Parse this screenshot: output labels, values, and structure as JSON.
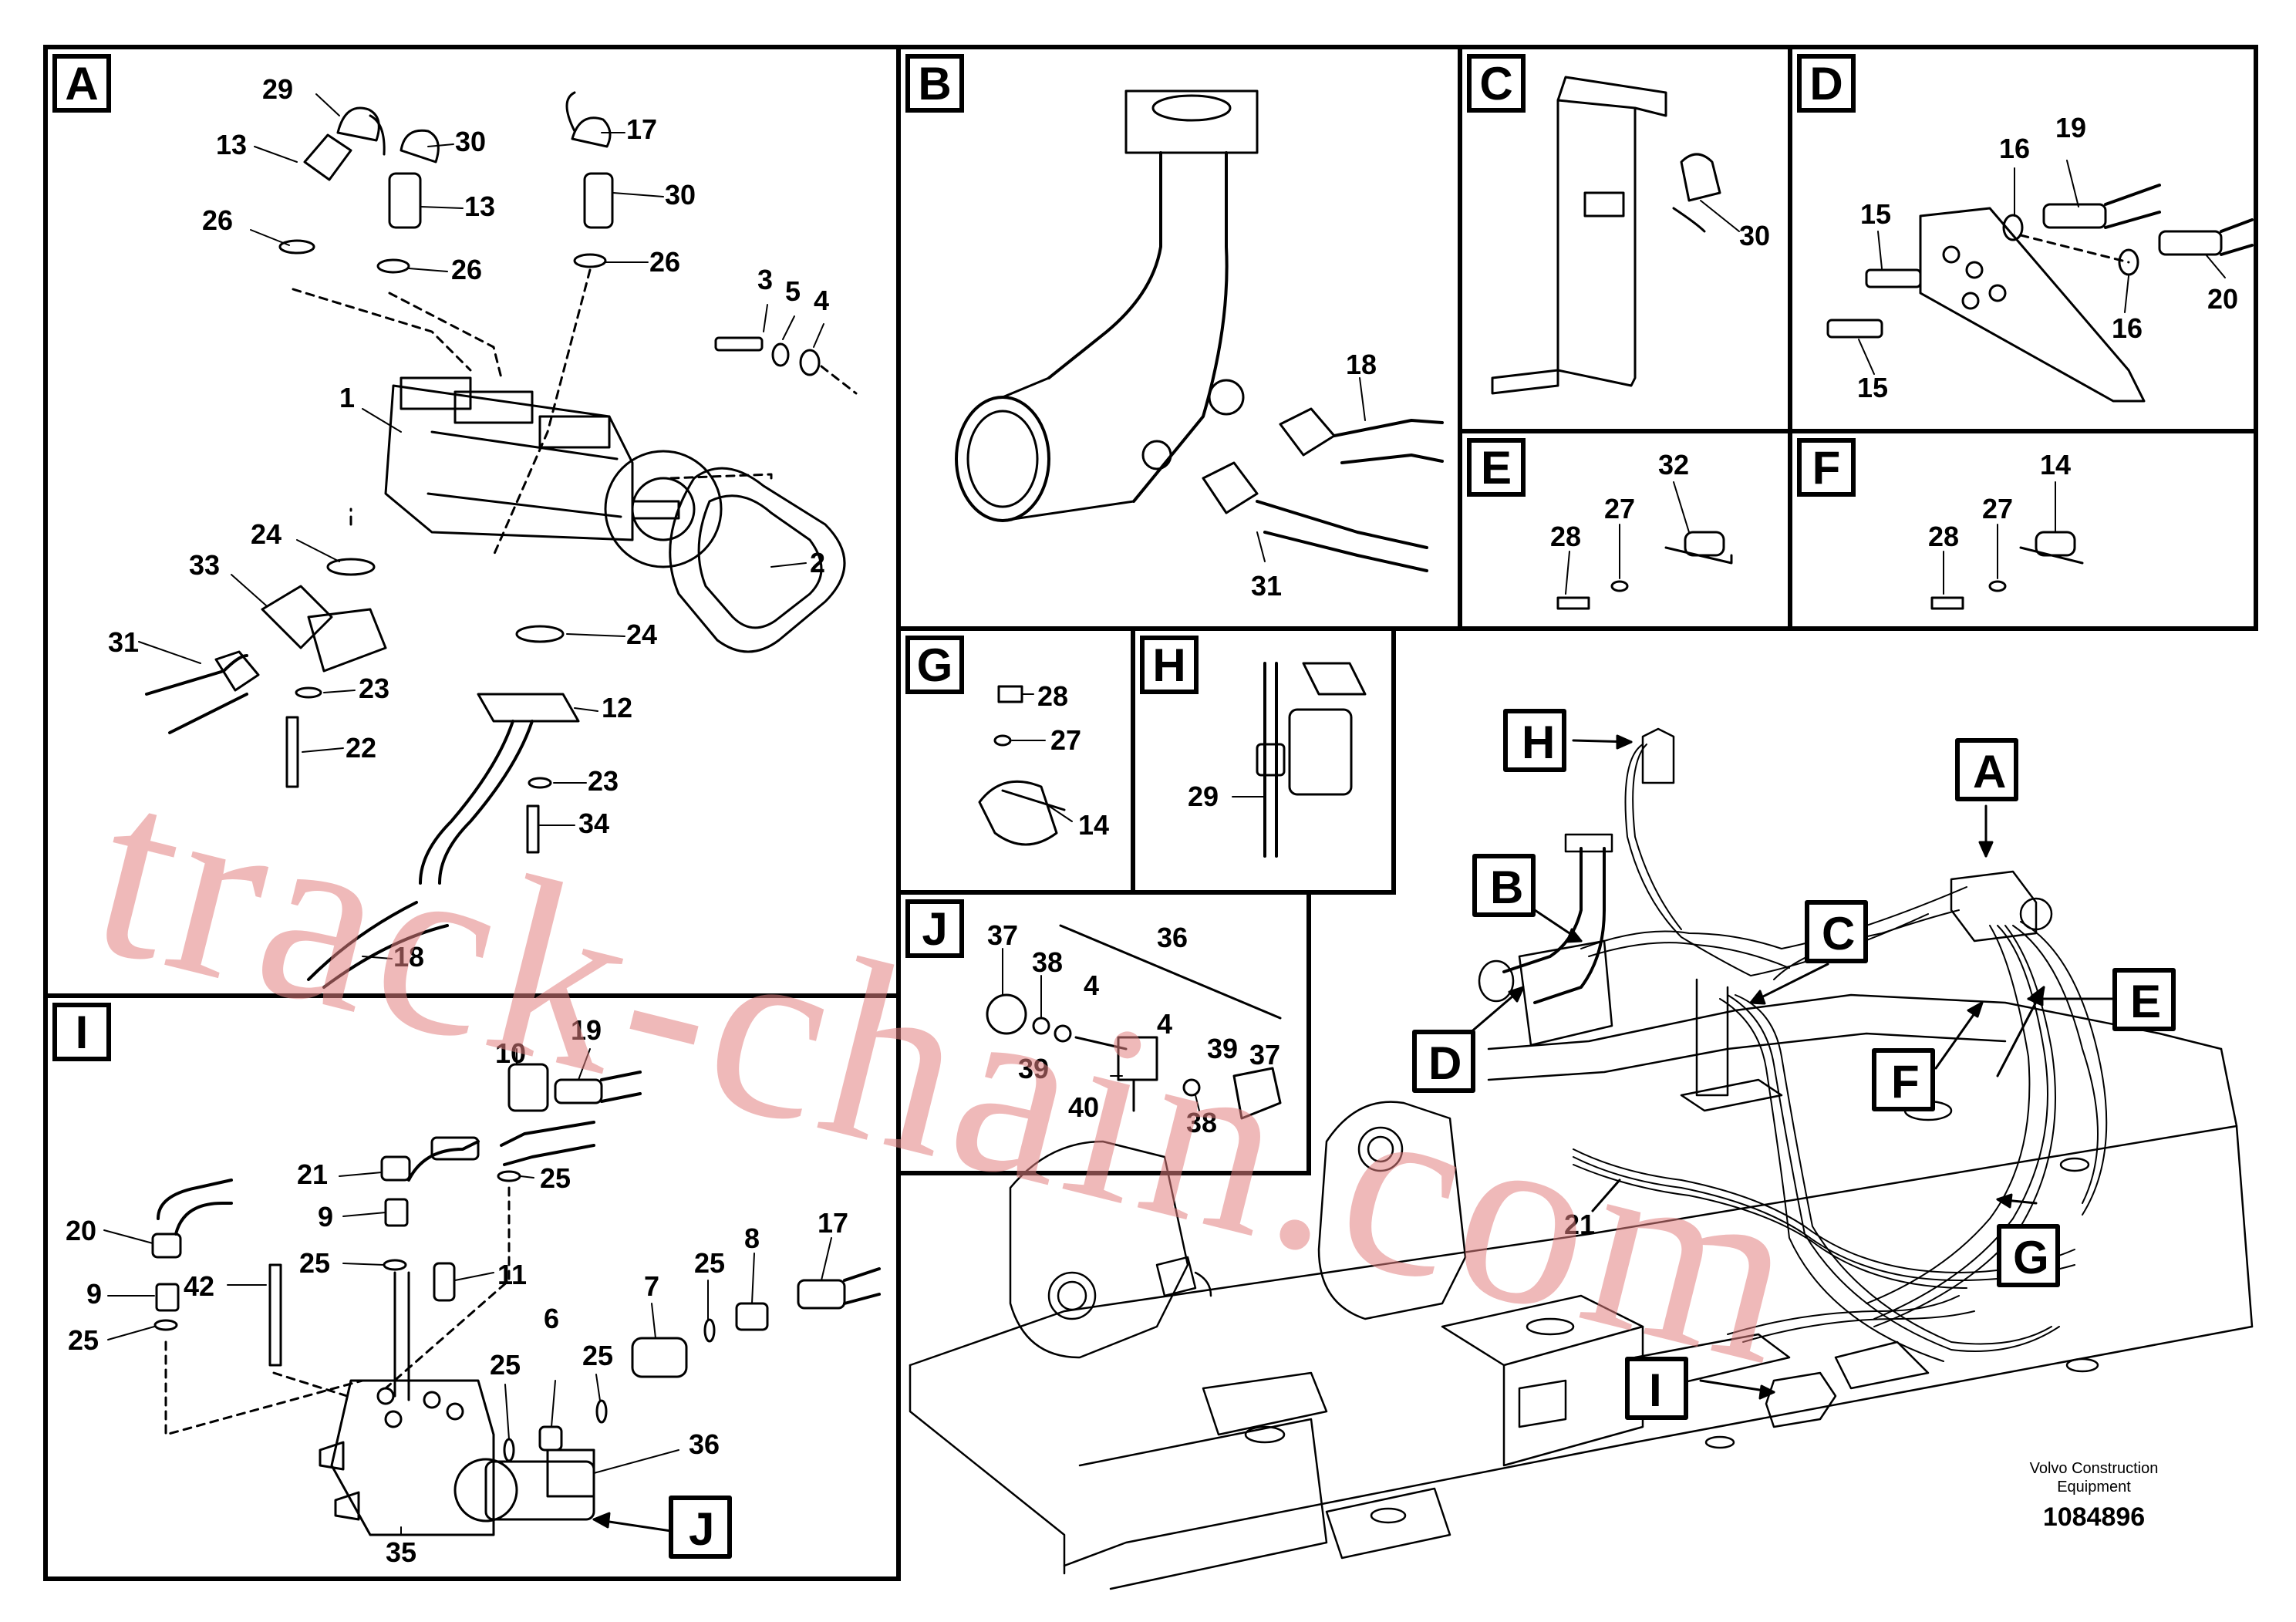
{
  "panels": [
    {
      "id": "A",
      "label": "A"
    },
    {
      "id": "B",
      "label": "B"
    },
    {
      "id": "C",
      "label": "C"
    },
    {
      "id": "D",
      "label": "D"
    },
    {
      "id": "E",
      "label": "E"
    },
    {
      "id": "F",
      "label": "F"
    },
    {
      "id": "G",
      "label": "G"
    },
    {
      "id": "H",
      "label": "H"
    },
    {
      "id": "I",
      "label": "I"
    },
    {
      "id": "J",
      "label": "J"
    }
  ],
  "callouts": {
    "A": [
      "29",
      "13",
      "30",
      "17",
      "13",
      "30",
      "26",
      "26",
      "26",
      "3",
      "5",
      "4",
      "1",
      "2",
      "24",
      "33",
      "31",
      "24",
      "23",
      "12",
      "22",
      "23",
      "34",
      "18"
    ],
    "B": [
      "18",
      "31"
    ],
    "C": [
      "30"
    ],
    "D": [
      "19",
      "16",
      "15",
      "16",
      "20",
      "15"
    ],
    "E": [
      "32",
      "28",
      "27"
    ],
    "F": [
      "14",
      "28",
      "27"
    ],
    "G": [
      "28",
      "27",
      "14"
    ],
    "H": [
      "29"
    ],
    "I": [
      "19",
      "10",
      "21",
      "25",
      "20",
      "9",
      "25",
      "11",
      "42",
      "17",
      "9",
      "25",
      "8",
      "7",
      "25",
      "6",
      "25",
      "25",
      "36",
      "35"
    ],
    "J": [
      "37",
      "36",
      "38",
      "4",
      "4",
      "39",
      "37",
      "39",
      "40",
      "38"
    ],
    "overview": [
      "21"
    ]
  },
  "overview_labels": [
    "H",
    "A",
    "B",
    "C",
    "E",
    "D",
    "F",
    "G",
    "I"
  ],
  "footer": {
    "company_line1": "Volvo Construction",
    "company_line2": "Equipment",
    "doc_number": "1084896"
  },
  "watermark": "track-chain.com"
}
